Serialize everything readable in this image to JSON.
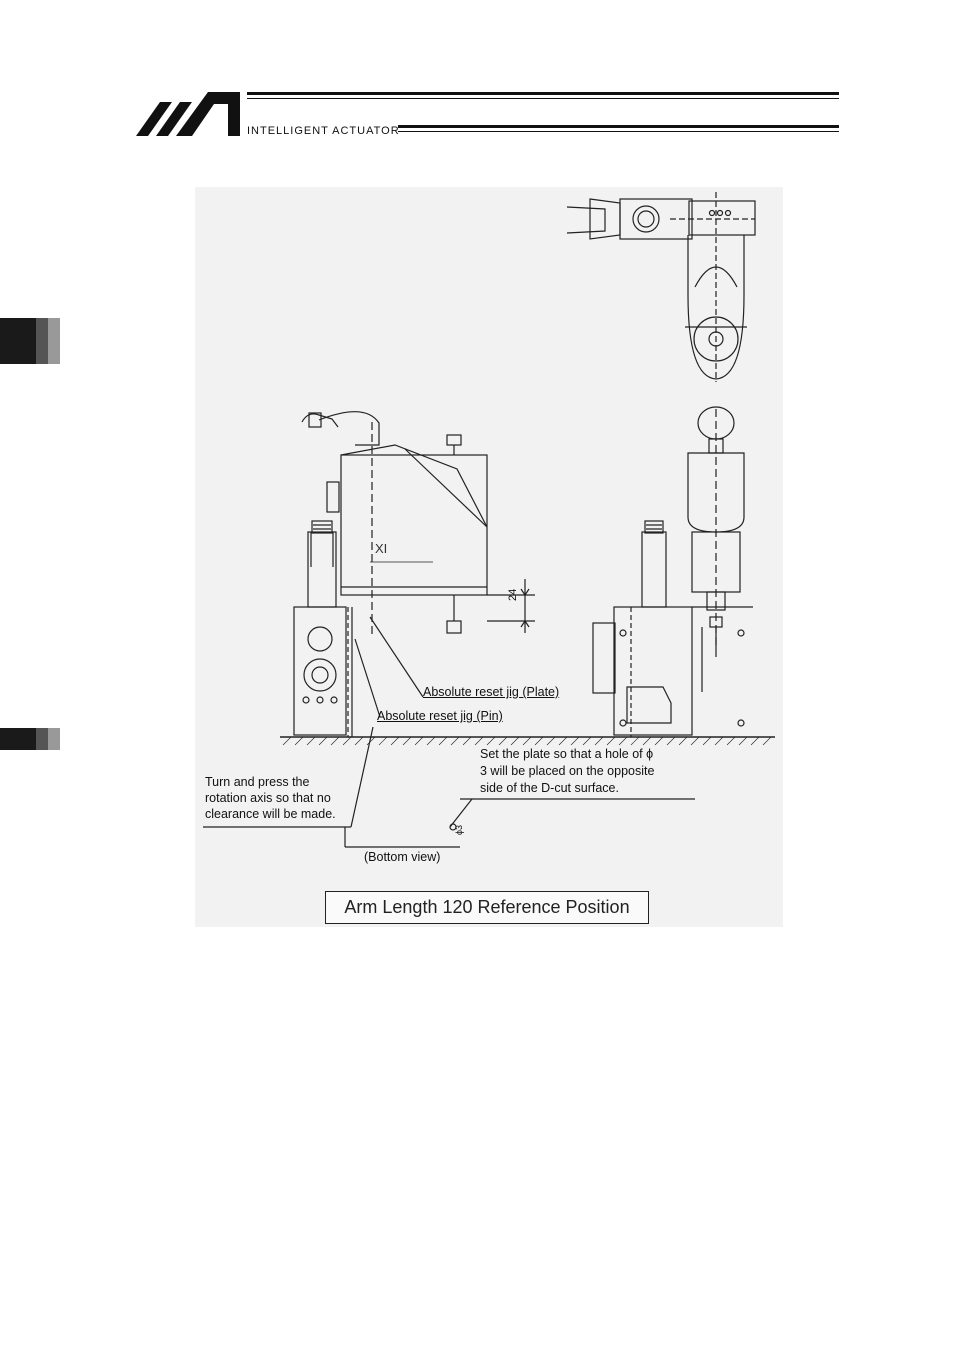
{
  "header": {
    "brand": "INTELLIGENT ACTUATOR"
  },
  "figure": {
    "labels": {
      "jig_plate": "Absolute reset jig (Plate)",
      "jig_pin": "Absolute reset jig (Pin)",
      "dimension": "24",
      "set_plate_line1": "Set the plate so that a hole of  ϕ",
      "set_plate_line2": "3 will be placed on the opposite",
      "set_plate_line3": "side of the D-cut surface.",
      "turn_line1": "Turn and press the",
      "turn_line2": "rotation axis so that no",
      "turn_line3": "clearance will be made.",
      "bottom_view": "(Bottom view)",
      "hole_mark": "ϕ3"
    },
    "caption": "Arm Length 120 Reference Position"
  }
}
